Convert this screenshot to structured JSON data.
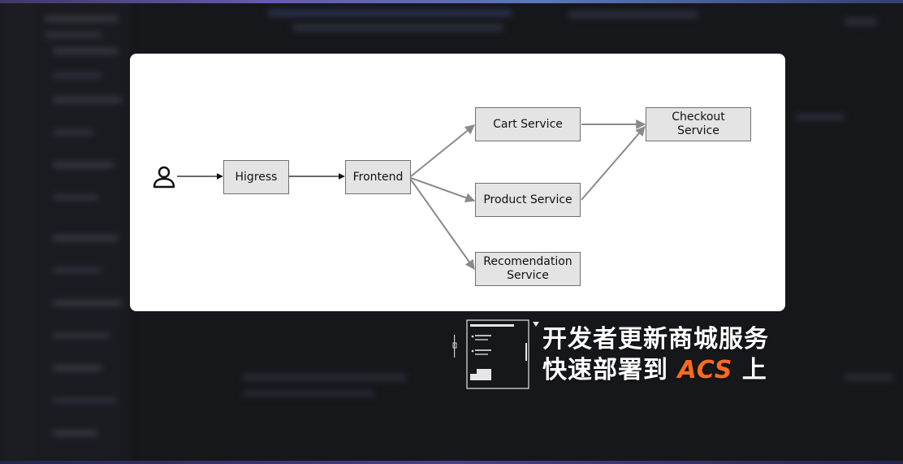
{
  "diagram": {
    "nodes": {
      "higress": "Higress",
      "frontend": "Frontend",
      "cart": "Cart Service",
      "product": "Product Service",
      "recommendation": "Recomendation\nService",
      "checkout": "Checkout\nService"
    }
  },
  "caption": {
    "line1": "开发者更新商城服务",
    "line2_prefix": "快速部署到 ",
    "line2_accent": "ACS",
    "line2_suffix": " 上"
  },
  "colors": {
    "card_background": "#ffffff",
    "node_fill": "#e4e4e4",
    "node_border": "#707070",
    "edge_gray": "#8a8a8a",
    "edge_black": "#111111",
    "caption_accent": "#ff6a1f",
    "page_background": "#16171b"
  },
  "icons": {
    "user": "user-icon",
    "caption_ui": "ui-window-icon"
  }
}
